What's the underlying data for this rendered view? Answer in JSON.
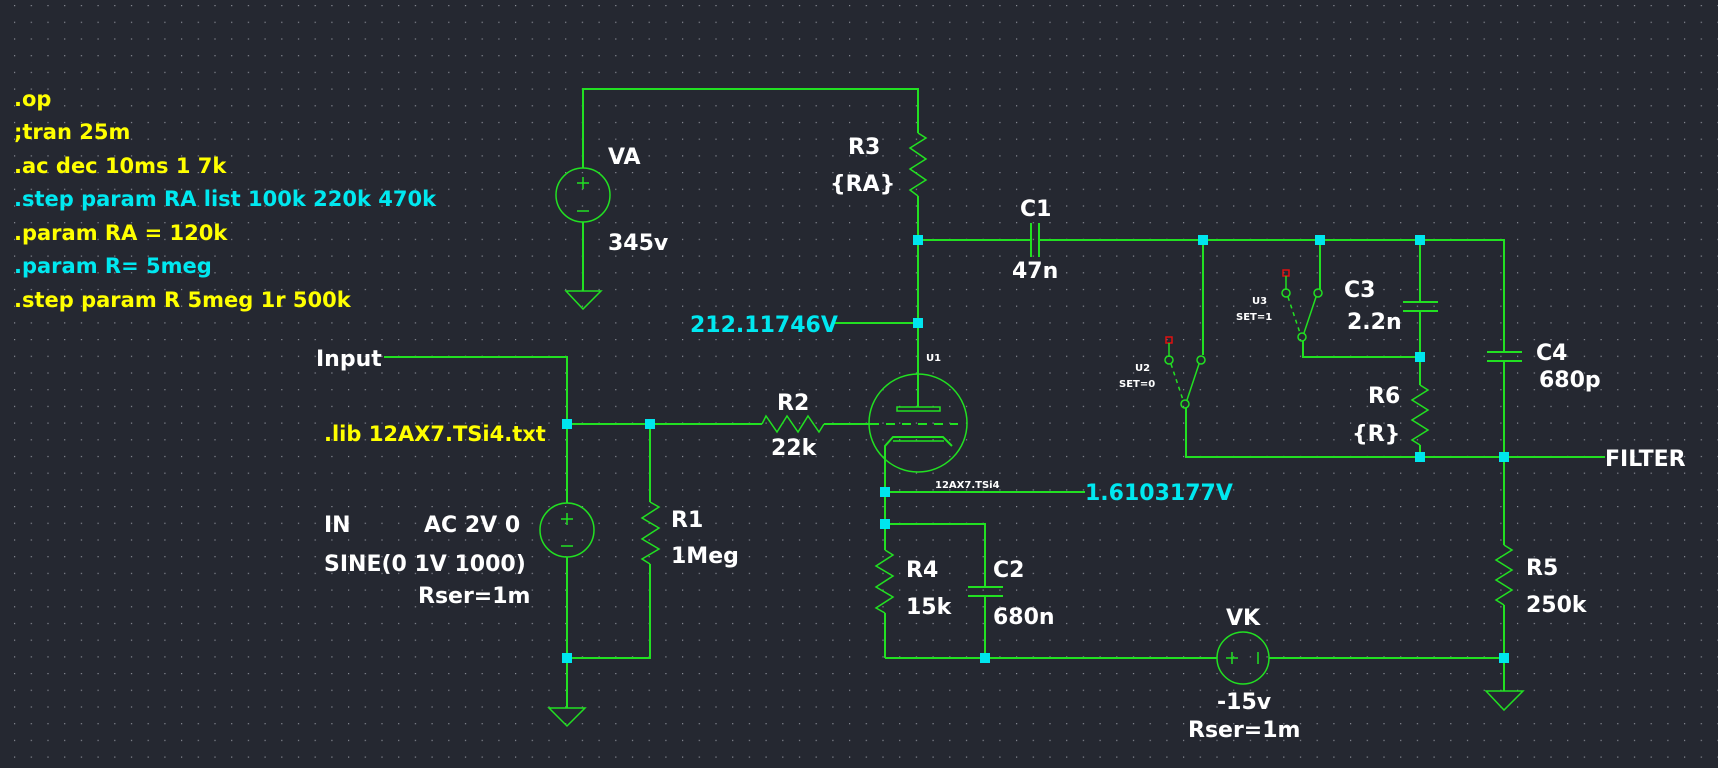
{
  "app": "LTspice schematic editor",
  "colors": {
    "background": "#252831",
    "wire": "#22e022",
    "junction": "#00e5ee",
    "directive_yellow": "#ffff00",
    "directive_cyan": "#00e8f0",
    "label": "#ffffff",
    "switch_pin": "#e01010"
  },
  "directives": [
    {
      "text": ".op",
      "color": "yellow"
    },
    {
      "text": ";tran 25m",
      "color": "yellow"
    },
    {
      "text": ".ac dec 10ms 1 7k",
      "color": "yellow"
    },
    {
      "text": ".step param RA list 100k 220k 470k",
      "color": "cyan"
    },
    {
      "text": ".param RA = 120k",
      "color": "yellow"
    },
    {
      "text": ".param R= 5meg",
      "color": "cyan"
    },
    {
      "text": ".step param R 5meg 1r 500k",
      "color": "yellow"
    }
  ],
  "lib_directive": ".lib 12AX7.TSi4.txt",
  "net_labels": {
    "input": "Input",
    "filter": "FILTER"
  },
  "probe_voltages": {
    "plate": "212.11746V",
    "cathode": "1.6103177V"
  },
  "components": {
    "VA": {
      "name": "VA",
      "value": "345v"
    },
    "R3": {
      "name": "R3",
      "value": "{RA}"
    },
    "C1": {
      "name": "C1",
      "value": "47n"
    },
    "U1": {
      "name": "U1",
      "model": "12AX7.TSi4"
    },
    "R2": {
      "name": "R2",
      "value": "22k"
    },
    "R1": {
      "name": "R1",
      "value": "1Meg"
    },
    "IN": {
      "name": "IN",
      "ac": "AC 2V 0",
      "value": "SINE(0 1V 1000)",
      "rser": "Rser=1m"
    },
    "R4": {
      "name": "R4",
      "value": "15k"
    },
    "C2": {
      "name": "C2",
      "value": "680n"
    },
    "VK": {
      "name": "VK",
      "value": "-15v",
      "rser": "Rser=1m"
    },
    "U2": {
      "name": "U2",
      "setting": "SET=0"
    },
    "U3": {
      "name": "U3",
      "setting": "SET=1"
    },
    "C3": {
      "name": "C3",
      "value": "2.2n"
    },
    "R6": {
      "name": "R6",
      "value": "{R}"
    },
    "C4": {
      "name": "C4",
      "value": "680p"
    },
    "R5": {
      "name": "R5",
      "value": "250k"
    }
  }
}
